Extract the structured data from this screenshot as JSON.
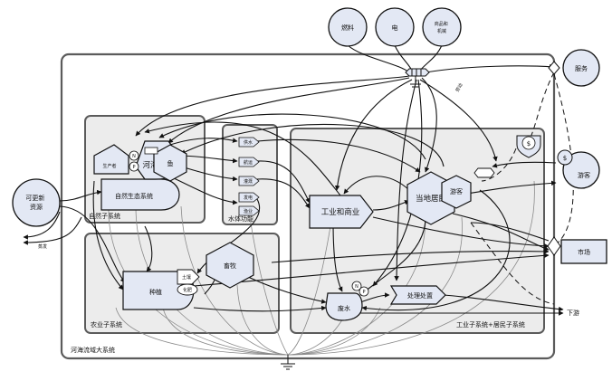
{
  "outer_system": "河海流域大系统",
  "subsystems": {
    "natural": "自然子系统",
    "water": "水体功能",
    "agri": "农业子系统",
    "indres": "工业子系统+居民子系统"
  },
  "inputs": {
    "fuel": "燃料",
    "electricity": "电",
    "goods": "商品和机械"
  },
  "external": {
    "renewable": "可更新\n资源",
    "services": "服务",
    "tourist": "游客",
    "market": "市场"
  },
  "nodes": {
    "eco_system": "自然生态系统",
    "river": "河海",
    "fish": "鱼",
    "producer": "生产者",
    "industry": "工业和商业",
    "residents": "当地居民",
    "tourism": "游客",
    "planting": "种植",
    "soil": "土壤",
    "fertilizer": "化肥",
    "livestock": "畜牧",
    "wastewater": "废水",
    "treatment": "处理处置",
    "money": "$",
    "n_symbol": "N",
    "p_symbol": "P"
  },
  "water_functions": [
    "供水",
    "航运",
    "灌溉",
    "发电",
    "渔业"
  ],
  "flow_labels": {
    "flood": "蒸发",
    "labor": "劳动",
    "downstream": "下游"
  },
  "colors": {
    "panel": "#ececec",
    "panel_border": "#5b5b5b",
    "node_fill": "#e3e8f4",
    "line": "#111111",
    "thin_line": "#8a8a8a"
  }
}
